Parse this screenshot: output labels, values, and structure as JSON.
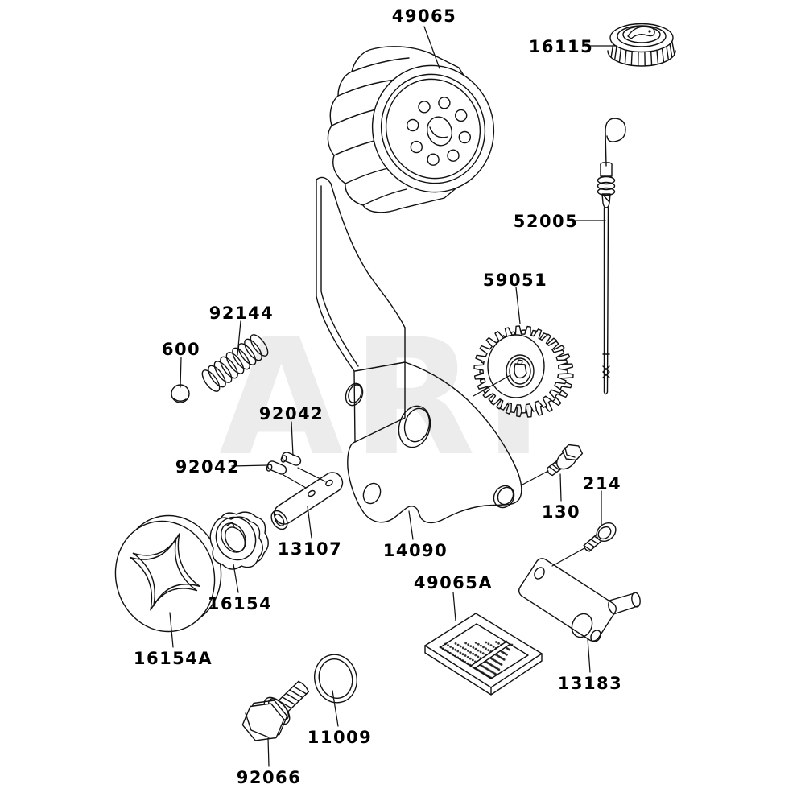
{
  "diagram": {
    "watermark": "ARI",
    "colors": {
      "line": "#111111",
      "background": "#ffffff",
      "watermark": "#ececec"
    },
    "part_labels": [
      "49065",
      "16115",
      "52005",
      "59051",
      "92144",
      "600",
      "92042",
      "92042",
      "13107",
      "14090",
      "130",
      "214",
      "16154",
      "16154A",
      "49065A",
      "13183",
      "11009",
      "92066"
    ]
  }
}
